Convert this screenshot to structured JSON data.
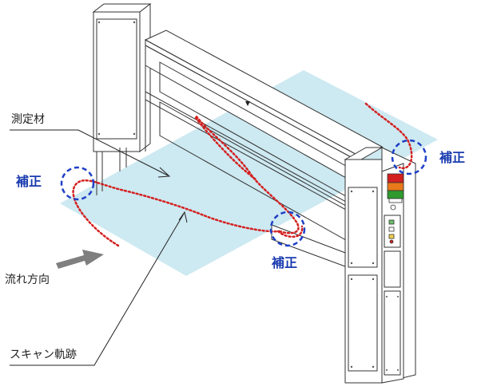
{
  "labels": {
    "material": "測定材",
    "flow": "流れ方向",
    "scan": "スキャン軌跡",
    "correction": "補正"
  },
  "colors": {
    "sheet": "#cde9f1",
    "trajectory": "#d42020",
    "marker": "#1f3fc7",
    "frame": "#333333",
    "arrow": "#7f7f7f"
  },
  "icons": {
    "flow_arrow": "right-arrow-icon",
    "stack_light": "signal-tower-icon"
  }
}
